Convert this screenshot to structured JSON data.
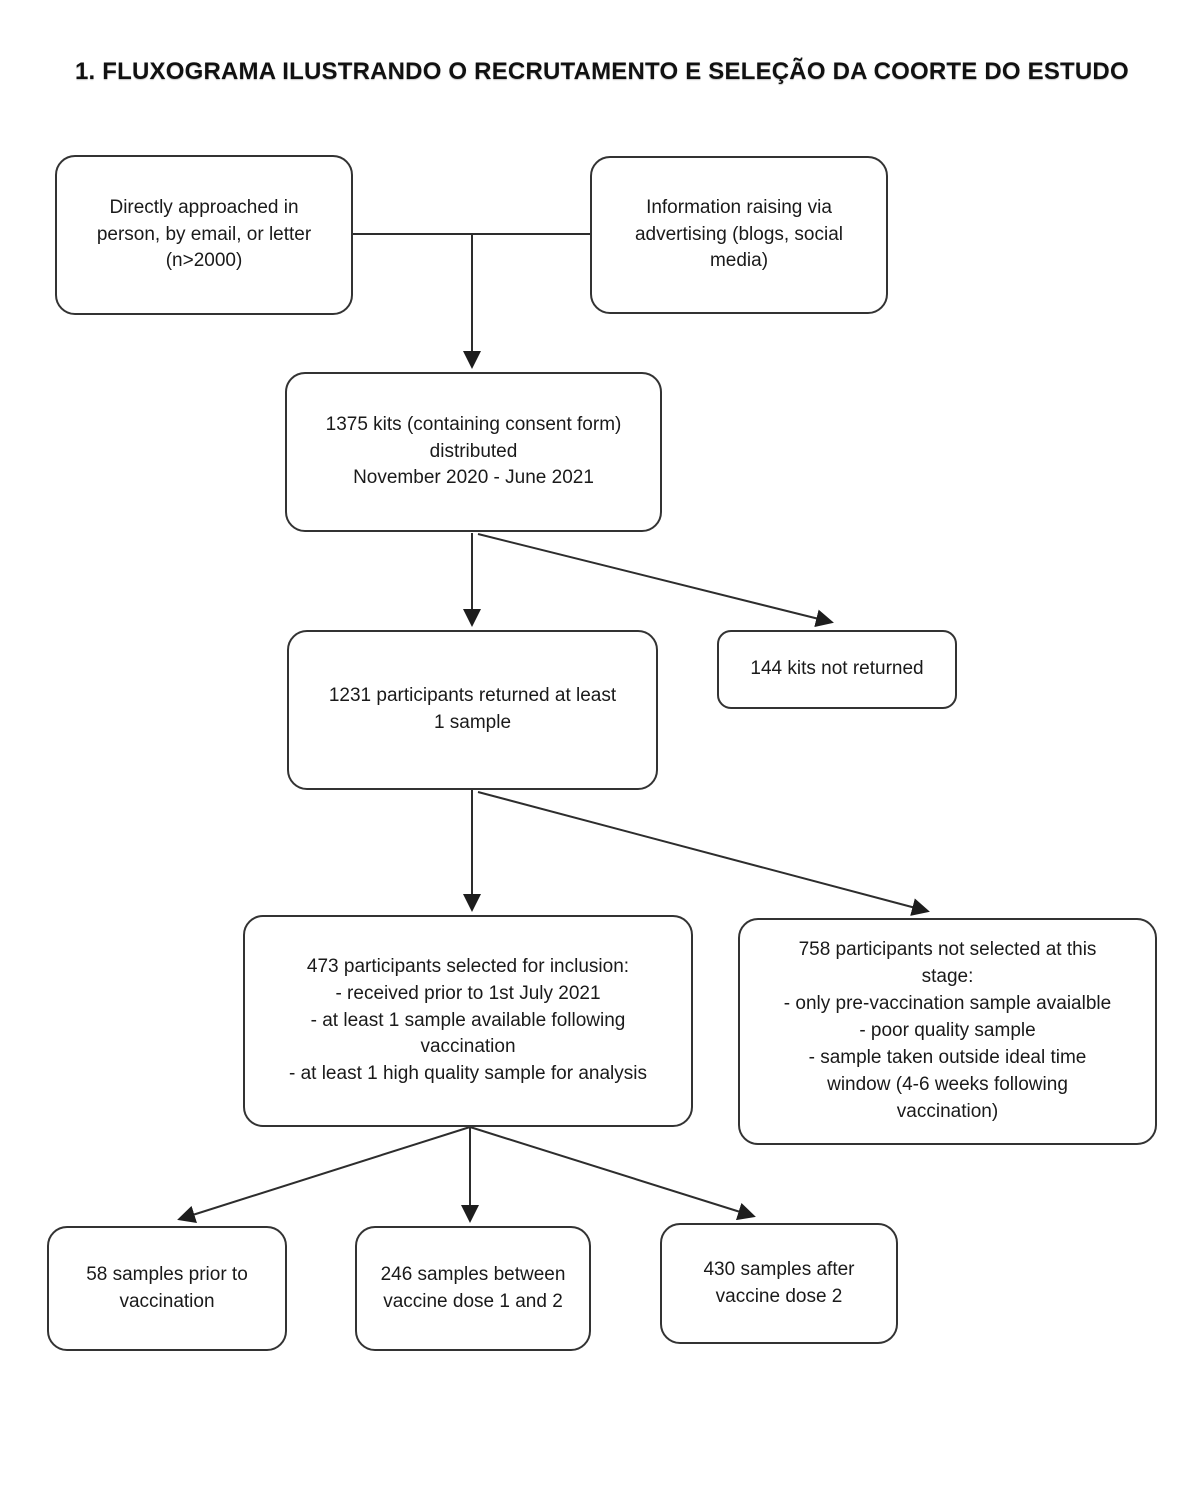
{
  "title": "1. FLUXOGRAMA ILUSTRANDO O RECRUTAMENTO E SELEÇÃO DA COORTE DO ESTUDO",
  "colors": {
    "line": "#2d2d2d",
    "box_border": "#333333",
    "text": "#1a1a1a",
    "background": "#ffffff"
  },
  "boxes": [
    {
      "id": "directly-approached",
      "text": "Directly approached in\nperson, by email, or letter\n(n>2000)"
    },
    {
      "id": "advertising",
      "text": "Information raising via\nadvertising (blogs, social\nmedia)"
    },
    {
      "id": "kits-distributed",
      "text": "1375 kits (containing consent form)\ndistributed\nNovember 2020 - June 2021"
    },
    {
      "id": "returned-sample",
      "text": "1231 participants returned at least\n1 sample"
    },
    {
      "id": "kits-not-returned",
      "text": "144 kits not returned"
    },
    {
      "id": "selected",
      "text": "473 participants selected for inclusion:\n- received prior to 1st July 2021\n- at least 1 sample available following\nvaccination\n- at least 1 high quality sample for analysis"
    },
    {
      "id": "not-selected",
      "text": "758 participants not selected at this\nstage:\n- only pre-vaccination sample avaialble\n- poor quality sample\n- sample taken outside ideal time\nwindow (4-6 weeks following\nvaccination)"
    },
    {
      "id": "samples-prior",
      "text": "58 samples prior to\nvaccination"
    },
    {
      "id": "samples-between",
      "text": "246 samples between\nvaccine dose 1 and 2"
    },
    {
      "id": "samples-after",
      "text": "430 samples after\nvaccine dose 2"
    }
  ]
}
